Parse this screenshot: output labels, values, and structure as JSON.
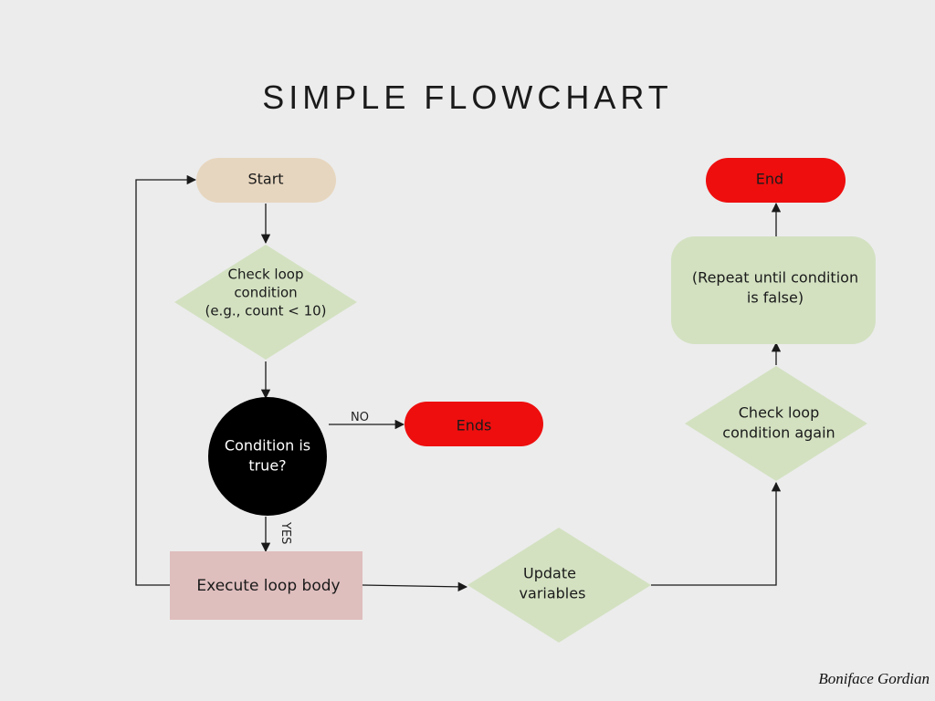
{
  "title": "SIMPLE FLOWCHART",
  "signature": "Boniface Gordian",
  "colors": {
    "background": "#ececec",
    "start": "#e7d6bf",
    "decision": "#d3e1c1",
    "terminal_red": "#ee0e0e",
    "process_pink": "#dfbebe",
    "rounded_green": "#d3e1c1",
    "circle_black": "#000000",
    "line": "#1a1a1a"
  },
  "nodes": {
    "start": {
      "label": "Start"
    },
    "check_loop": {
      "line1": "Check loop",
      "line2": "condition",
      "line3": "(e.g., count < 10)"
    },
    "condition_true": {
      "line1": "Condition is",
      "line2": "true?"
    },
    "ends": {
      "label": "Ends"
    },
    "execute_body": {
      "label": "Execute loop body"
    },
    "update_vars": {
      "line1": "Update",
      "line2": "variables"
    },
    "check_again": {
      "line1": "Check loop",
      "line2": "condition again"
    },
    "repeat": {
      "line1": "(Repeat until condition",
      "line2": "is false)"
    },
    "end": {
      "label": "End"
    }
  },
  "edges": {
    "no_label": "NO",
    "yes_label": "YES"
  }
}
